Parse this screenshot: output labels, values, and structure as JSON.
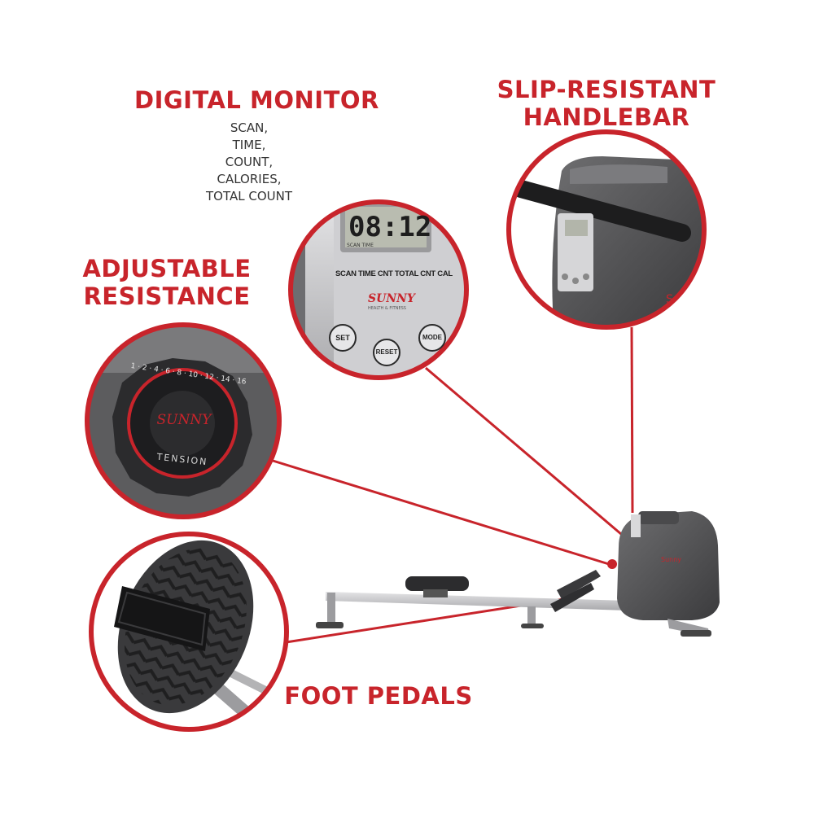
{
  "labels": {
    "monitor_title": "DIGITAL MONITOR",
    "monitor_features": [
      "SCAN,",
      "TIME,",
      "COUNT,",
      "CALORIES,",
      "TOTAL COUNT"
    ],
    "handlebar_line1": "SLIP-RESISTANT",
    "handlebar_line2": "HANDLEBAR",
    "resistance_line1": "ADJUSTABLE",
    "resistance_line2": "RESISTANCE",
    "pedals": "FOOT PEDALS"
  },
  "monitor_display": {
    "time": "08:12",
    "lcd_indicator": "SCAN TIME",
    "mode_strip": "SCAN TIME CNT TOTAL CNT CAL",
    "brand": "SUNNY",
    "brand_sub": "HEALTH & FITNESS",
    "buttons": [
      "SET",
      "RESET",
      "MODE"
    ]
  },
  "tension_knob": {
    "brand": "SUNNY",
    "label": "TENSION",
    "scale": "1 · 2 · 4 · 6 · 8 · 10 · 12 · 14 · 16"
  },
  "colors": {
    "accent_red": "#c8242b",
    "machine_gray": "#5a5a5c",
    "rail_silver": "#b9b9bb"
  }
}
